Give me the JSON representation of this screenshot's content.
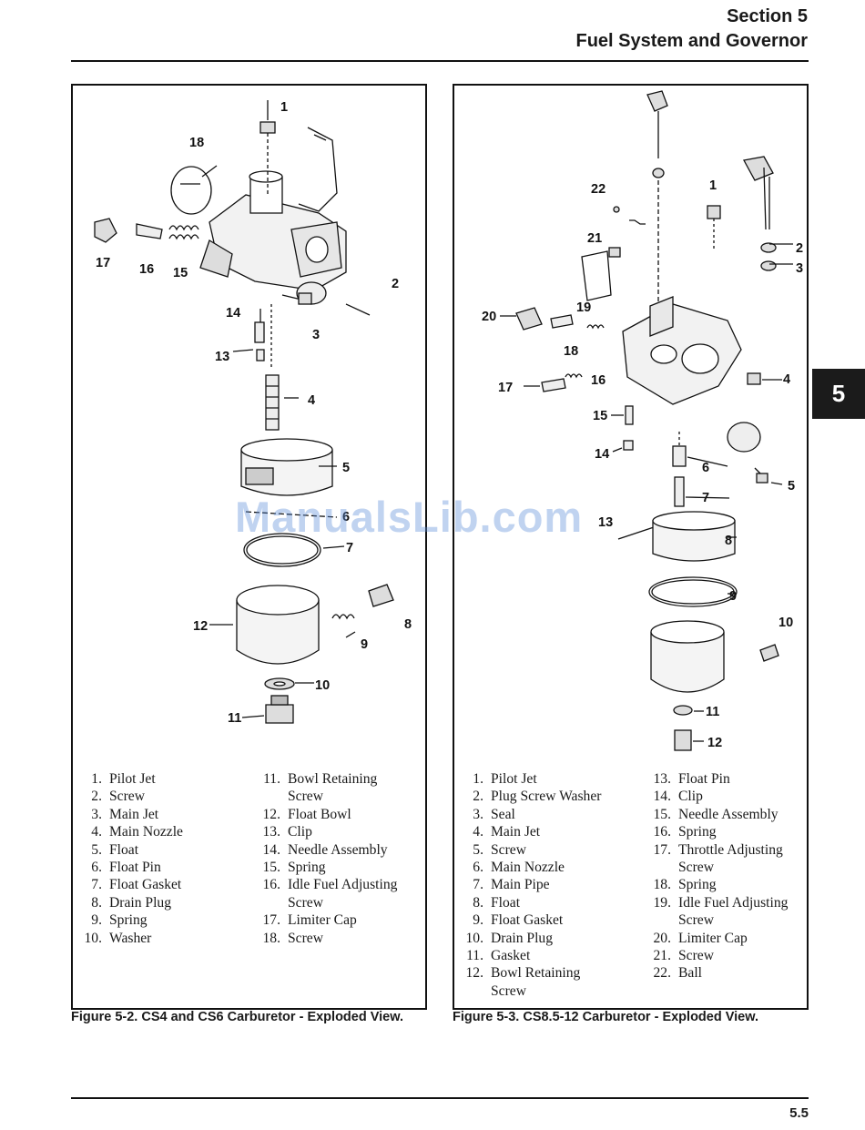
{
  "header": {
    "section": "Section 5",
    "title": "Fuel System and Governor"
  },
  "tab_label": "5",
  "watermark": "ManualsLib.com",
  "page_number": "5.5",
  "figure1": {
    "caption": "Figure 5-2. CS4 and CS6 Carburetor - Exploded View.",
    "callouts": [
      "1",
      "2",
      "3",
      "4",
      "5",
      "6",
      "7",
      "8",
      "9",
      "10",
      "11",
      "12",
      "13",
      "14",
      "15",
      "16",
      "17",
      "18"
    ],
    "legend_left": [
      {
        "num": "1.",
        "text": "Pilot Jet"
      },
      {
        "num": "2.",
        "text": "Screw"
      },
      {
        "num": "3.",
        "text": "Main Jet"
      },
      {
        "num": "4.",
        "text": "Main Nozzle"
      },
      {
        "num": "5.",
        "text": "Float"
      },
      {
        "num": "6.",
        "text": "Float Pin"
      },
      {
        "num": "7.",
        "text": "Float Gasket"
      },
      {
        "num": "8.",
        "text": "Drain Plug"
      },
      {
        "num": "9.",
        "text": "Spring"
      },
      {
        "num": "10.",
        "text": "Washer"
      }
    ],
    "legend_right": [
      {
        "num": "11.",
        "text": "Bowl Retaining"
      },
      {
        "num": "",
        "text": "Screw"
      },
      {
        "num": "12.",
        "text": "Float Bowl"
      },
      {
        "num": "13.",
        "text": "Clip"
      },
      {
        "num": "14.",
        "text": "Needle Assembly"
      },
      {
        "num": "15.",
        "text": "Spring"
      },
      {
        "num": "16.",
        "text": "Idle Fuel Adjusting"
      },
      {
        "num": "",
        "text": "Screw"
      },
      {
        "num": "17.",
        "text": "Limiter Cap"
      },
      {
        "num": "18.",
        "text": "Screw"
      }
    ]
  },
  "figure2": {
    "caption": "Figure 5-3. CS8.5-12 Carburetor - Exploded View.",
    "callouts": [
      "1",
      "2",
      "3",
      "4",
      "5",
      "6",
      "7",
      "8",
      "9",
      "10",
      "11",
      "12",
      "13",
      "14",
      "15",
      "16",
      "17",
      "18",
      "19",
      "20",
      "21",
      "22"
    ],
    "legend_left": [
      {
        "num": "1.",
        "text": "Pilot Jet"
      },
      {
        "num": "2.",
        "text": "Plug Screw Washer"
      },
      {
        "num": "3.",
        "text": "Seal"
      },
      {
        "num": "4.",
        "text": "Main Jet"
      },
      {
        "num": "5.",
        "text": "Screw"
      },
      {
        "num": "6.",
        "text": "Main Nozzle"
      },
      {
        "num": "7.",
        "text": "Main Pipe"
      },
      {
        "num": "8.",
        "text": "Float"
      },
      {
        "num": "9.",
        "text": "Float Gasket"
      },
      {
        "num": "10.",
        "text": "Drain Plug"
      },
      {
        "num": "11.",
        "text": "Gasket"
      },
      {
        "num": "12.",
        "text": "Bowl Retaining"
      },
      {
        "num": "",
        "text": "Screw"
      }
    ],
    "legend_right": [
      {
        "num": "13.",
        "text": "Float Pin"
      },
      {
        "num": "14.",
        "text": "Clip"
      },
      {
        "num": "15.",
        "text": "Needle Assembly"
      },
      {
        "num": "16.",
        "text": "Spring"
      },
      {
        "num": "17.",
        "text": "Throttle Adjusting"
      },
      {
        "num": "",
        "text": "Screw"
      },
      {
        "num": "18.",
        "text": "Spring"
      },
      {
        "num": "19.",
        "text": "Idle Fuel Adjusting"
      },
      {
        "num": "",
        "text": "Screw"
      },
      {
        "num": "20.",
        "text": "Limiter Cap"
      },
      {
        "num": "21.",
        "text": "Screw"
      },
      {
        "num": "22.",
        "text": "Ball"
      }
    ]
  }
}
